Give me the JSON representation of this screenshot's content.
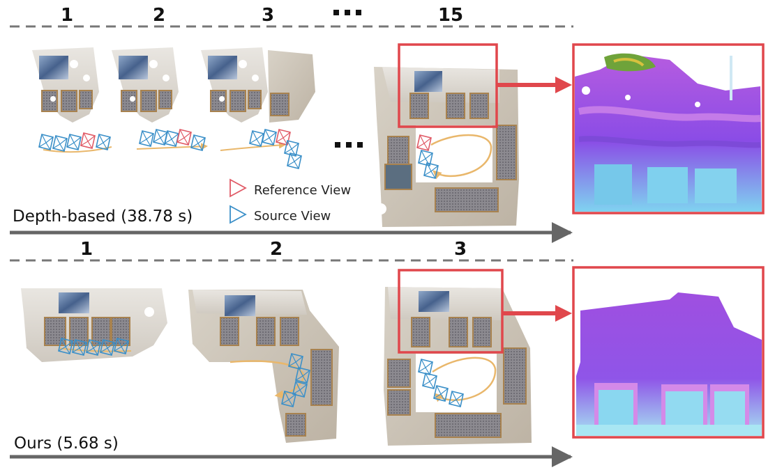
{
  "rows": [
    {
      "method_label": "Depth-based (38.78 s)",
      "steps": [
        "1",
        "2",
        "3",
        "15"
      ],
      "ellipsis": "..."
    },
    {
      "method_label": "Ours (5.68 s)",
      "steps": [
        "1",
        "2",
        "3"
      ]
    }
  ],
  "legend": {
    "reference": "Reference View",
    "source": "Source View"
  },
  "colors": {
    "highlight_box": "#e0474c",
    "reference_camera": "#e05a66",
    "source_camera": "#3a8fc8",
    "trajectory": "#e9b76b",
    "timeline_arrow": "#666666"
  }
}
